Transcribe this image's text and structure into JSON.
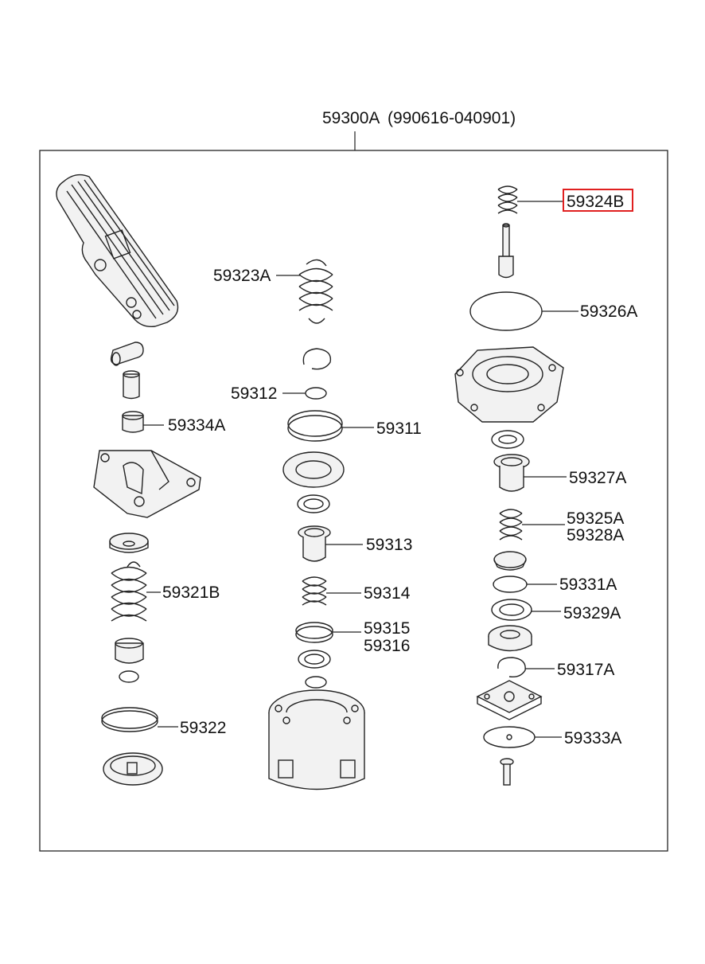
{
  "assembly": {
    "number": "59300A",
    "range": "(990616-040901)"
  },
  "highlight_color": "#e02020",
  "callouts": {
    "c59324B": "59324B",
    "c59323A": "59323A",
    "c59326A": "59326A",
    "c59312": "59312",
    "c59311": "59311",
    "c59334A": "59334A",
    "c59327A": "59327A",
    "c59325A": "59325A",
    "c59328A": "59328A",
    "c59313": "59313",
    "c59321B": "59321B",
    "c59314": "59314",
    "c59331A": "59331A",
    "c59329A": "59329A",
    "c59315": "59315",
    "c59316": "59316",
    "c59317A": "59317A",
    "c59322": "59322",
    "c59333A": "59333A"
  }
}
